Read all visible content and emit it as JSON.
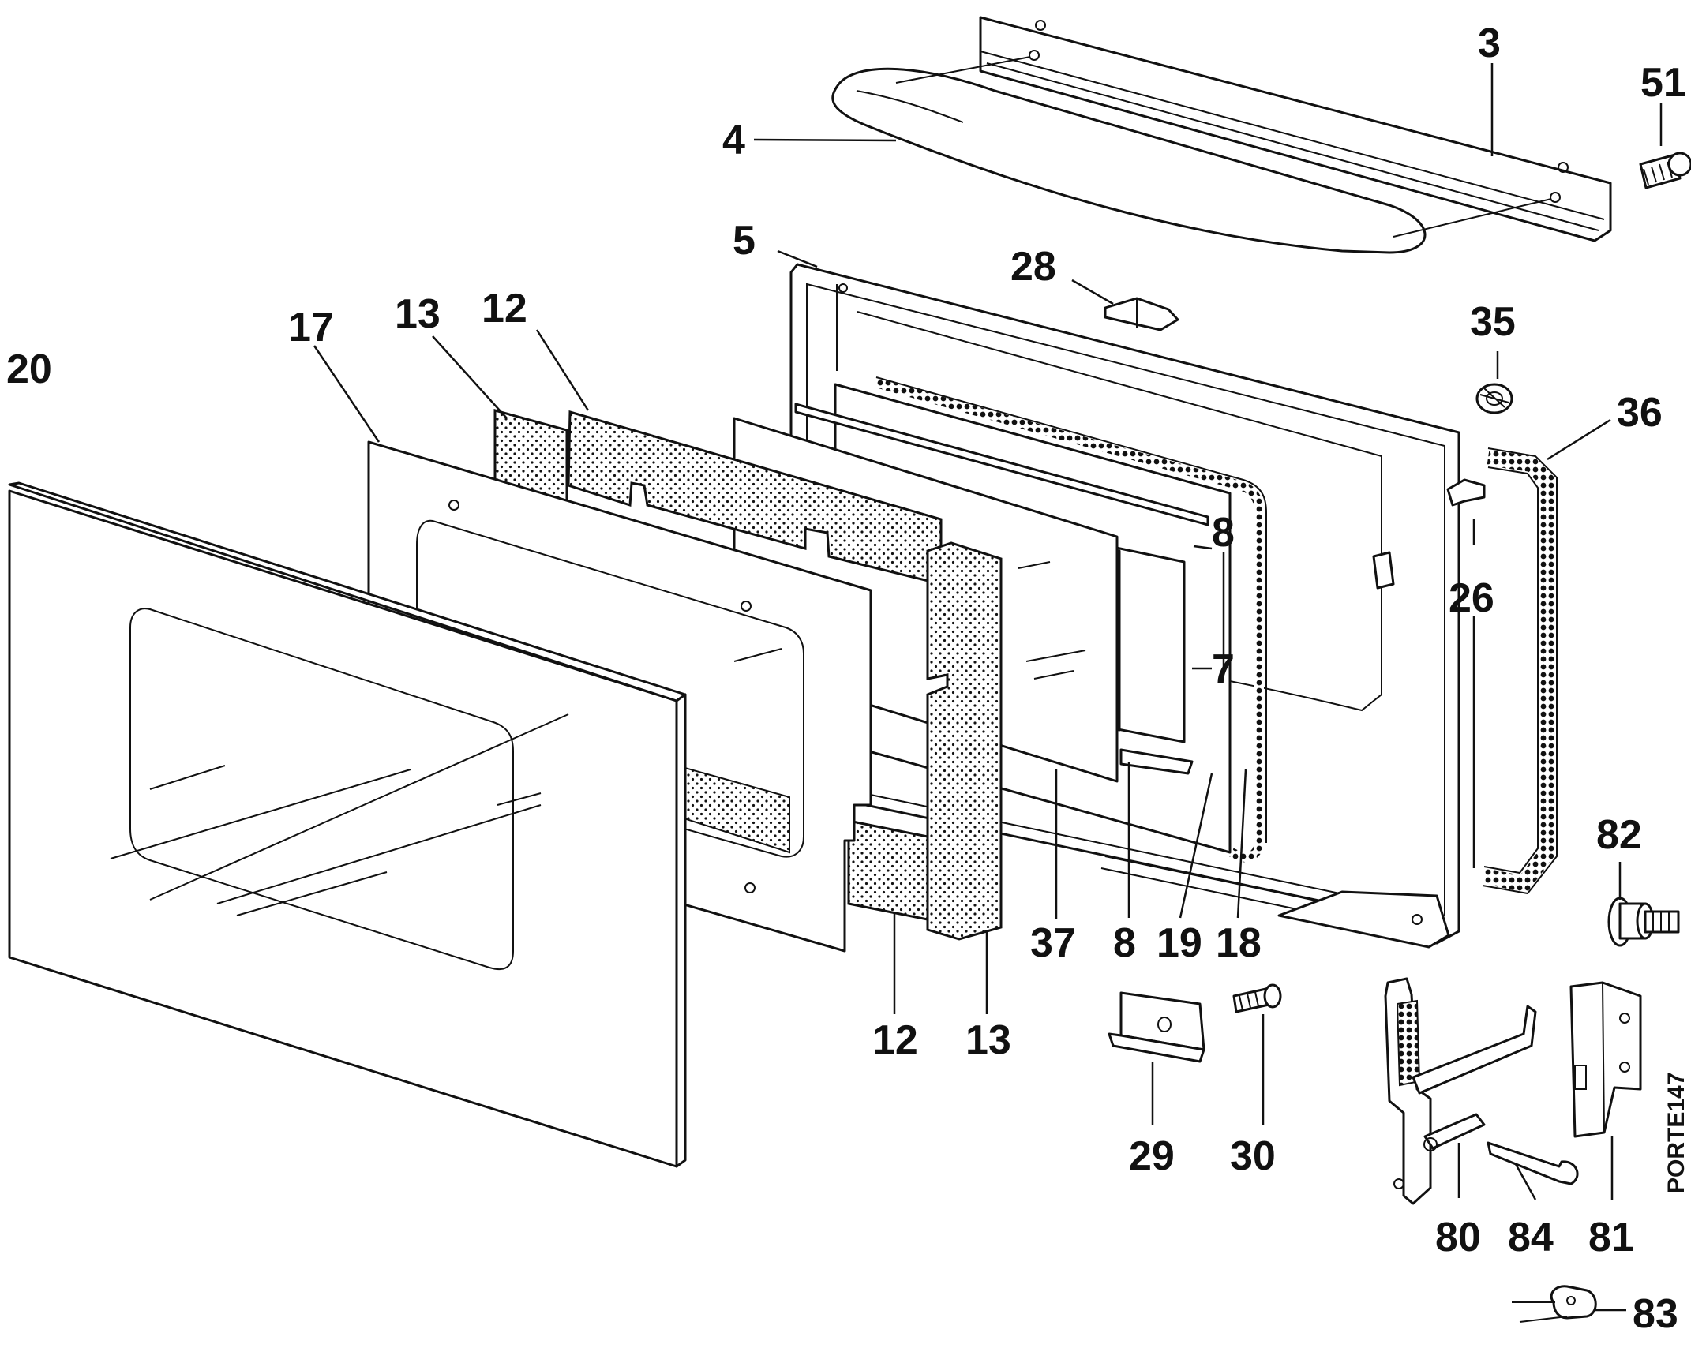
{
  "diagram": {
    "code": "PORTE147",
    "callouts": {
      "p3": "3",
      "p51": "51",
      "p4": "4",
      "p5": "5",
      "p28": "28",
      "p35": "35",
      "p36": "36",
      "p20": "20",
      "p17": "17",
      "p13a": "13",
      "p12a": "12",
      "p8a": "8",
      "p26": "26",
      "p7": "7",
      "p37": "37",
      "p8b": "8",
      "p19": "19",
      "p18": "18",
      "p12b": "12",
      "p13b": "13",
      "p82": "82",
      "p29": "29",
      "p30": "30",
      "p80": "80",
      "p84": "84",
      "p81": "81",
      "p83": "83"
    }
  }
}
